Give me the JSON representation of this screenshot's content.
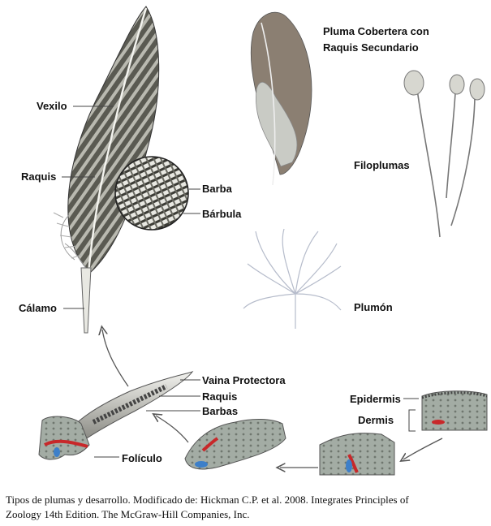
{
  "labels": {
    "vexilo": "Vexilo",
    "raquis": "Raquis",
    "barba": "Barba",
    "barbula": "Bárbula",
    "calamo": "Cálamo",
    "pluma_cobertera_1": "Pluma Cobertera con",
    "pluma_cobertera_2": "Raquis Secundario",
    "filoplumas": "Filoplumas",
    "plumon": "Plumón",
    "vaina_protectora": "Vaina Protectora",
    "raquis_desarrollo": "Raquis",
    "barbas": "Barbas",
    "epidermis": "Epidermis",
    "dermis": "Dermis",
    "foliculo": "Folículo"
  },
  "caption": {
    "line1": "Tipos de plumas y desarrollo. Modificado de: Hickman C.P. et al. 2008. Integrates Principles of",
    "line2": "Zoology 14th Edition. The McGraw-Hill Companies, Inc."
  },
  "colors": {
    "feather_dark": "#4a4a44",
    "feather_light": "#d9d9d2",
    "skin": "#9aa39b",
    "blood_red": "#c8282a",
    "blood_blue": "#3d7fc9"
  }
}
